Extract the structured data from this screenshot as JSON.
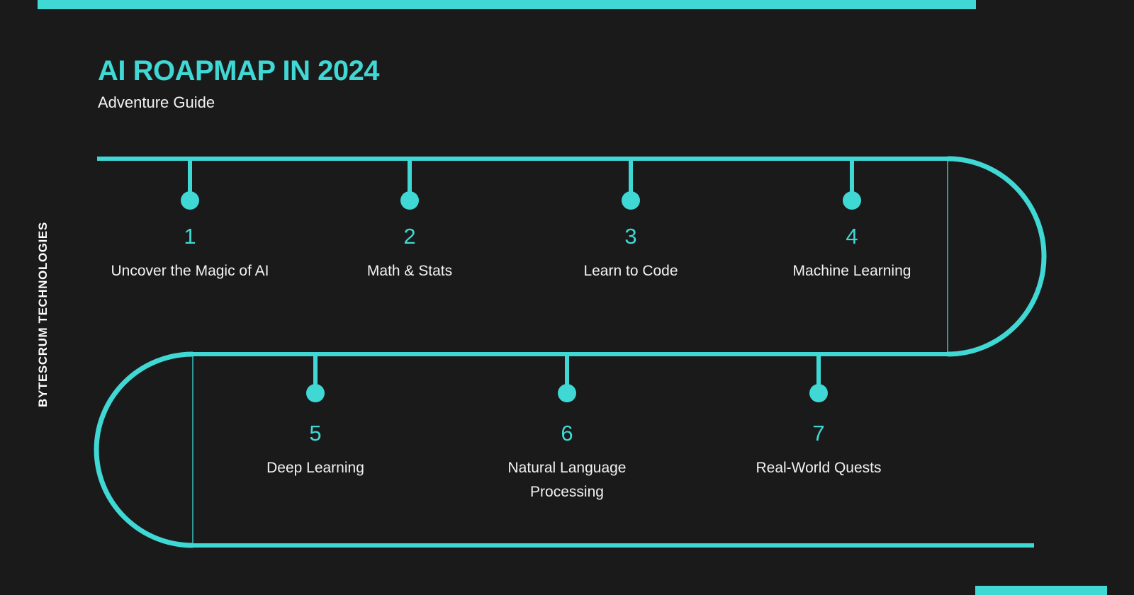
{
  "brand": {
    "vertical_text": "BYTESCRUM TECHNOLOGIES"
  },
  "header": {
    "title": "AI ROAPMAP IN 2024",
    "subtitle": "Adventure Guide"
  },
  "colors": {
    "accent": "#3fd8d4",
    "background": "#1a1a1a",
    "text": "#f2f2f2"
  },
  "roadmap": {
    "rows": [
      {
        "items": [
          {
            "number": "1",
            "label": "Uncover the Magic of AI"
          },
          {
            "number": "2",
            "label": "Math & Stats"
          },
          {
            "number": "3",
            "label": "Learn to Code"
          },
          {
            "number": "4",
            "label": "Machine Learning"
          }
        ]
      },
      {
        "items": [
          {
            "number": "5",
            "label": "Deep Learning"
          },
          {
            "number": "6",
            "label": "Natural Language Processing"
          },
          {
            "number": "7",
            "label": "Real-World Quests"
          }
        ]
      }
    ]
  }
}
